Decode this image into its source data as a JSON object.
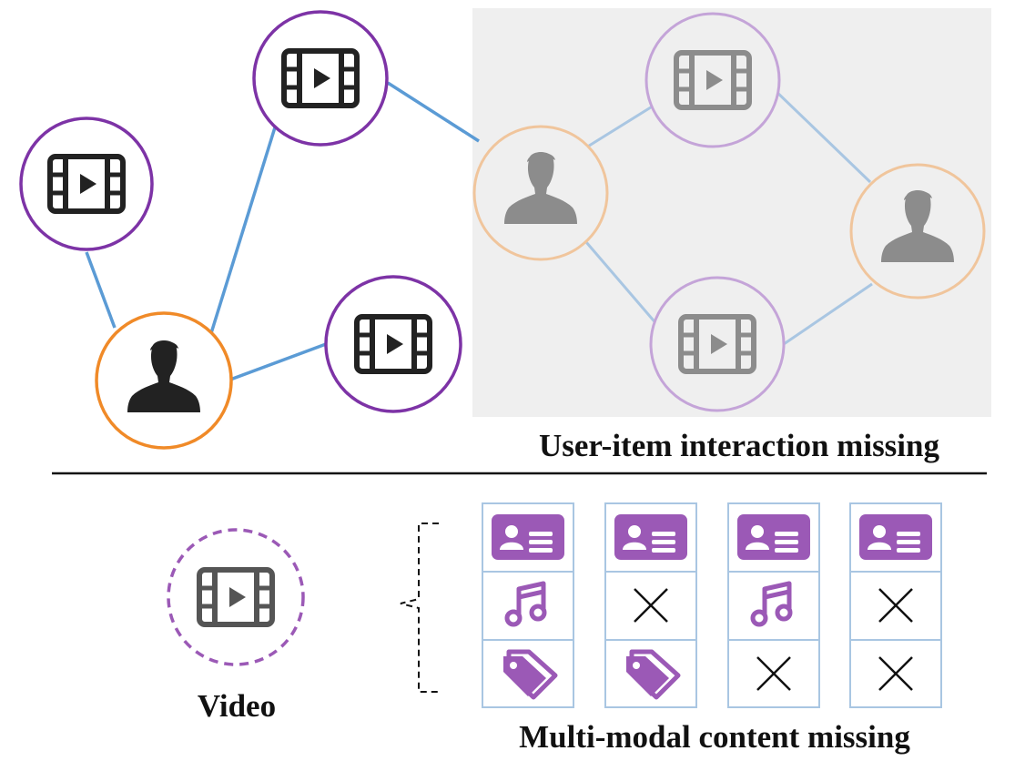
{
  "labels": {
    "interaction_missing": "User-item interaction missing",
    "video": "Video",
    "modal_missing": "Multi-modal content missing"
  },
  "icons": {
    "user": "user-icon",
    "video": "video-icon",
    "profile_card": "profile-card-icon",
    "music": "music-note-icon",
    "tag": "tag-icon",
    "missing": "cross-icon"
  },
  "modality_grid": {
    "rows": [
      "profile-card-icon",
      "music-note-icon",
      "tag-icon"
    ],
    "columns": [
      [
        "profile-card-icon",
        "music-note-icon",
        "tag-icon"
      ],
      [
        "profile-card-icon",
        "cross-icon",
        "tag-icon"
      ],
      [
        "profile-card-icon",
        "music-note-icon",
        "cross-icon"
      ],
      [
        "profile-card-icon",
        "cross-icon",
        "cross-icon"
      ]
    ]
  },
  "colors": {
    "user_ring": "#f08a28",
    "user_ring_faded": "#f0c59c",
    "item_ring": "#7d33a6",
    "item_ring_faded": "#c4a4d8",
    "edge": "#5b9bd5",
    "edge_faded": "#a9c6e2",
    "modality_purple": "#9b59b6",
    "grid_border": "#a9c6e2",
    "missing_panel": "#efefef",
    "icon_dark": "#222222",
    "icon_faded": "#8c8c8c"
  }
}
